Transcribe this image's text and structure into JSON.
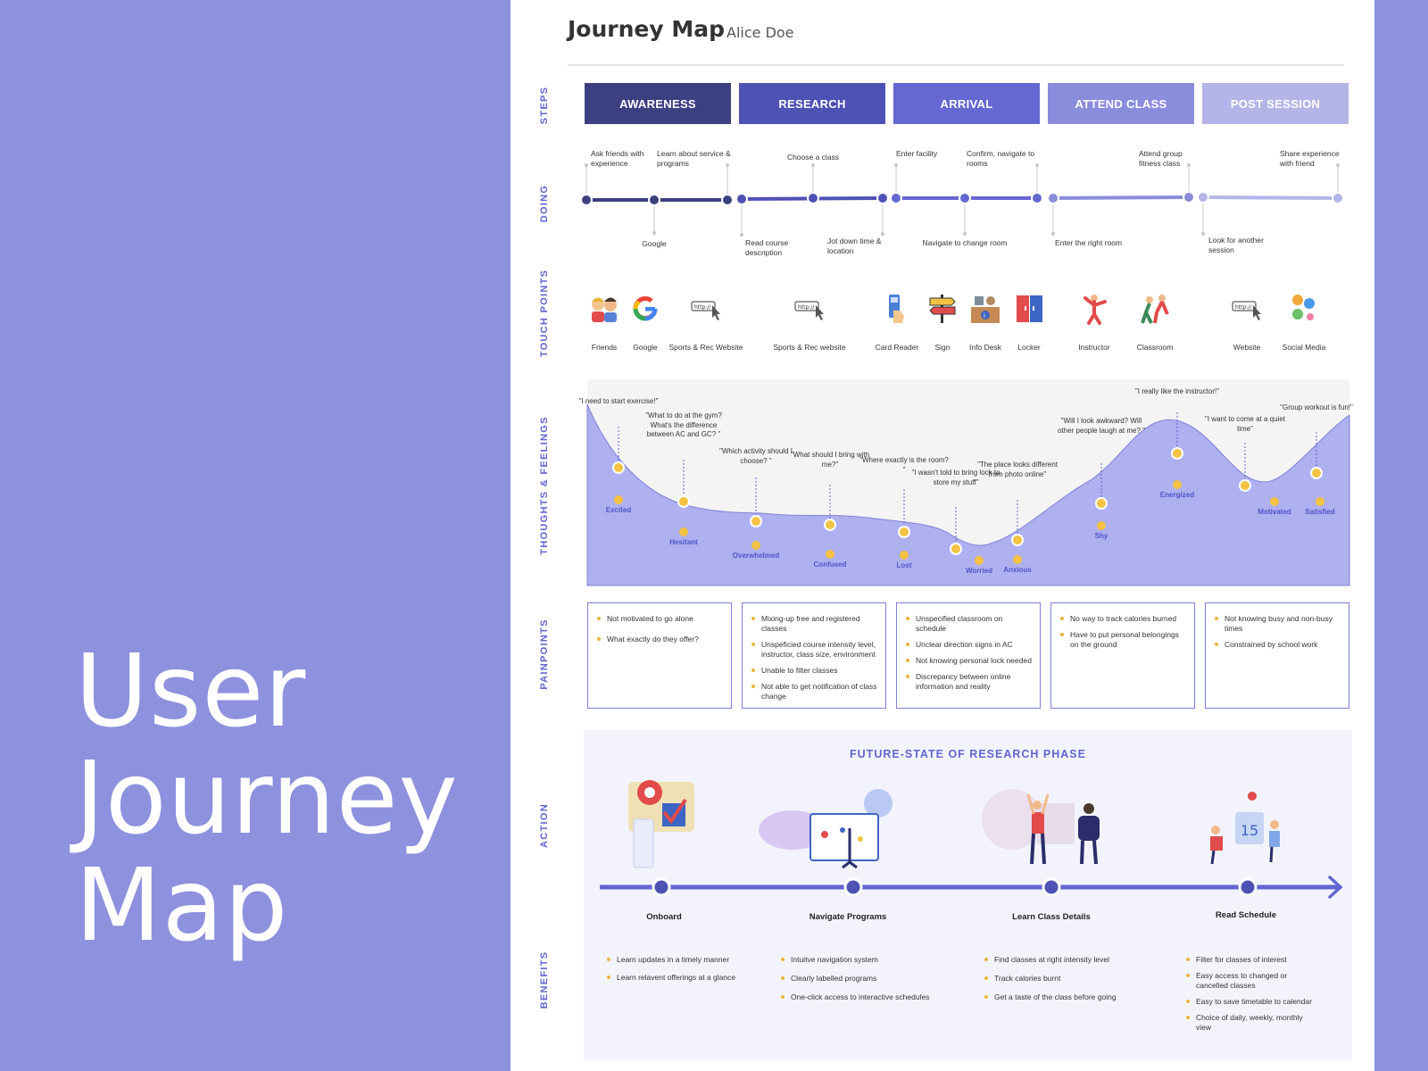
{
  "cover": {
    "line1": "User",
    "line2": "Journey",
    "line3": "Map"
  },
  "header": {
    "title": "Journey Map",
    "name": "Alice Doe"
  },
  "row_labels": {
    "steps": "STEPS",
    "doing": "DOING",
    "touch": "TOUCH POINTS",
    "thoughts": "THOUGHTS & FEELINGS",
    "pain": "PAINPOINTS",
    "action": "ACTION",
    "benefits": "BENEFITS"
  },
  "steps": [
    "AWARENESS",
    "RESEARCH",
    "ARRIVAL",
    "ATTEND CLASS",
    "POST SESSION"
  ],
  "colors": {
    "step1": "#3d4080",
    "step2": "#4e52b4",
    "step3": "#6468d0",
    "step4": "#8a8ddb",
    "step5": "#b3b5e8",
    "accent": "#6165cf",
    "wave": "#aeb0ef",
    "dot": "#f4c244"
  },
  "doing": {
    "top": [
      "Ask friends with experience",
      "Learn about service & programs",
      "Choose a class",
      "Enter facility",
      "Confirm, navigate to rooms",
      "Attend group fitness class",
      "Share experience with friend"
    ],
    "bottom": [
      "Google",
      "Read course description",
      "Jot down time & location",
      "Navigate to change room",
      "Enter the right room",
      "Look for another session"
    ]
  },
  "touch_points": [
    "Friends",
    "Google",
    "Sports & Rec Website",
    "Sports & Rec website",
    "Card Reader",
    "Sign",
    "Info Desk",
    "Locker",
    "Instructor",
    "Classroom",
    "Website",
    "Social Media"
  ],
  "touch_icons": [
    "friends-icon",
    "google-icon",
    "website-icon",
    "website-icon",
    "card-reader-icon",
    "sign-icon",
    "info-desk-icon",
    "locker-icon",
    "instructor-icon",
    "classroom-icon",
    "website-icon",
    "social-media-icon"
  ],
  "thoughts": [
    {
      "quote": "\"I need to start exercise!\"",
      "emotion": "Excited"
    },
    {
      "quote": "\"What to do at the gym? What's the difference between AC and GC? \"",
      "emotion": "Hesitant"
    },
    {
      "quote": "\"Which activity should I choose? \"",
      "emotion": "Overwhelmed"
    },
    {
      "quote": "\"What should I bring with me?\"",
      "emotion": "Confused"
    },
    {
      "quote": "\"Where exactly is the room? \"",
      "emotion": "Lost"
    },
    {
      "quote": "\"I wasn't told to bring lock to store my stuff\"",
      "emotion": "Worried"
    },
    {
      "quote": "\"The place looks different from photo online\"",
      "emotion": "Anxious"
    },
    {
      "quote": "\"Will I look awkward? Will other people laugh at me? \"",
      "emotion": "Shy"
    },
    {
      "quote": "\"I really like the instructor!\"",
      "emotion": "Energized"
    },
    {
      "quote": "\"I want to come at a quiet time\"",
      "emotion": "Motivated"
    },
    {
      "quote": "\"Group workout is fun!\"",
      "emotion": "Satisfied"
    }
  ],
  "painpoints": [
    [
      "Not motivated to go alone",
      "What exactly do they offer?"
    ],
    [
      "Mixing-up free and registered classes",
      "Unspeficied course intensity level, instructor, class size, environment",
      "Unable to filter classes",
      "Not able to get notification of class change"
    ],
    [
      "Unspecified classroom on schedule",
      "Unclear direction signs in AC",
      "Not knowing personal lock needed",
      "Discrepancy between online information and reality"
    ],
    [
      "No way to track calories burned",
      "Have to put personal belongings on the ground"
    ],
    [
      "Not knowing busy and non-busy times",
      "Constrained by school work"
    ]
  ],
  "action": {
    "title": "FUTURE-STATE OF RESEARCH PHASE",
    "stages": [
      "Onboard",
      "Navigate Programs",
      "Learn Class Details",
      "Read Schedule"
    ]
  },
  "benefits": [
    [
      "Learn updates in a timely manner",
      "Learn relavent offerings at a glance"
    ],
    [
      "Intuitve navigation system",
      "Clearly labelled programs",
      "One-click access to interactive schedules"
    ],
    [
      "Find classes at right intensity level",
      "Track calories burnt",
      "Get a taste of the class before going"
    ],
    [
      "Filter for classes of interest",
      "Easy access to changed or cancelled classes",
      "Easy to save timetable to calendar",
      "Choice of daily, weekly, monthly view"
    ]
  ]
}
